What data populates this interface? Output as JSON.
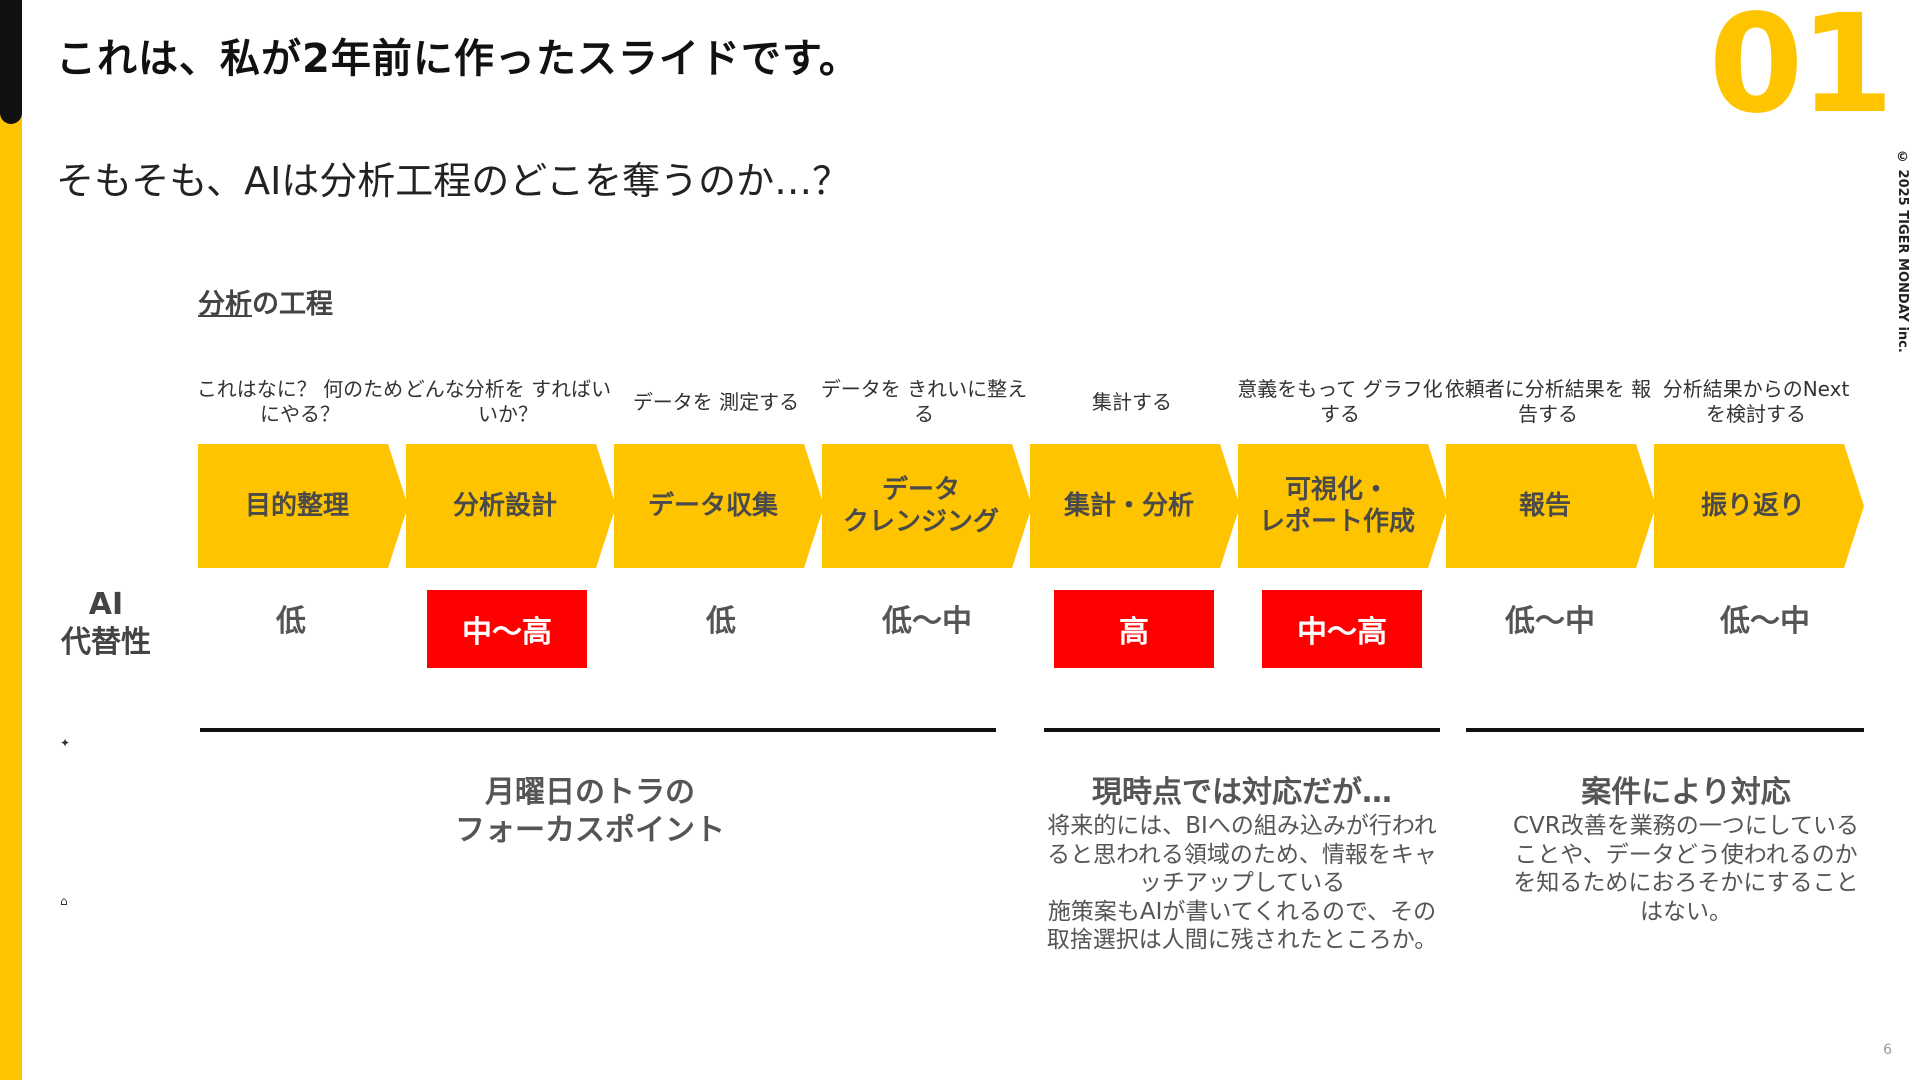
{
  "header": {
    "title": "これは、私が2年前に作ったスライドです。",
    "slide_number": "01",
    "copyright": "© 2025 TIGER MONDAY inc."
  },
  "subtitle": "そもそも、AIは分析工程のどこを奪うのか…？",
  "process": {
    "title_underlined": "分析",
    "title_rest": "の工程",
    "steps": [
      {
        "description": "これはなに？\n何のためにやる？",
        "label": "目的整理",
        "ai_level": "低",
        "highlight": false
      },
      {
        "description": "どんな分析を\nすればいいか？",
        "label": "分析設計",
        "ai_level": "中～高",
        "highlight": true
      },
      {
        "description": "データを\n測定する",
        "label": "データ収集",
        "ai_level": "低",
        "highlight": false
      },
      {
        "description": "データを\nきれいに整える",
        "label": "データ\nクレンジング",
        "ai_level": "低～中",
        "highlight": false
      },
      {
        "description": "集計する",
        "label": "集計・分析",
        "ai_level": "高",
        "highlight": true
      },
      {
        "description": "意義をもって\nグラフ化する",
        "label": "可視化・\nレポート作成",
        "ai_level": "中～高",
        "highlight": true
      },
      {
        "description": "依頼者に分析結果を\n報告する",
        "label": "報告",
        "ai_level": "低～中",
        "highlight": false
      },
      {
        "description": "分析結果からのNext\nを検討する",
        "label": "振り返り",
        "ai_level": "低～中",
        "highlight": false
      }
    ]
  },
  "ai_replaceability_label": "AI\n代替性",
  "groups": [
    {
      "heading": "月曜日のトラの\nフォーカスポイント",
      "body": ""
    },
    {
      "heading": "現時点では対応だが…",
      "body": "将来的には、BIへの組み込みが行われ\nると思われる領域のため、情報をキャ\nッチアップしている\n施策案もAIが書いてくれるので、その\n取捨選択は人間に残されたところか。"
    },
    {
      "heading": "案件により対応",
      "body": "CVR改善を業務の一つにしている\nことや、データどう使われるのか\nを知るためにおろそかにすること\nはない。"
    }
  ],
  "icons": [
    "fish-icon",
    "stand-icon"
  ],
  "page_number": "6",
  "colors": {
    "accent": "#ffc400",
    "highlight": "#ff0000",
    "dark": "#111111"
  }
}
